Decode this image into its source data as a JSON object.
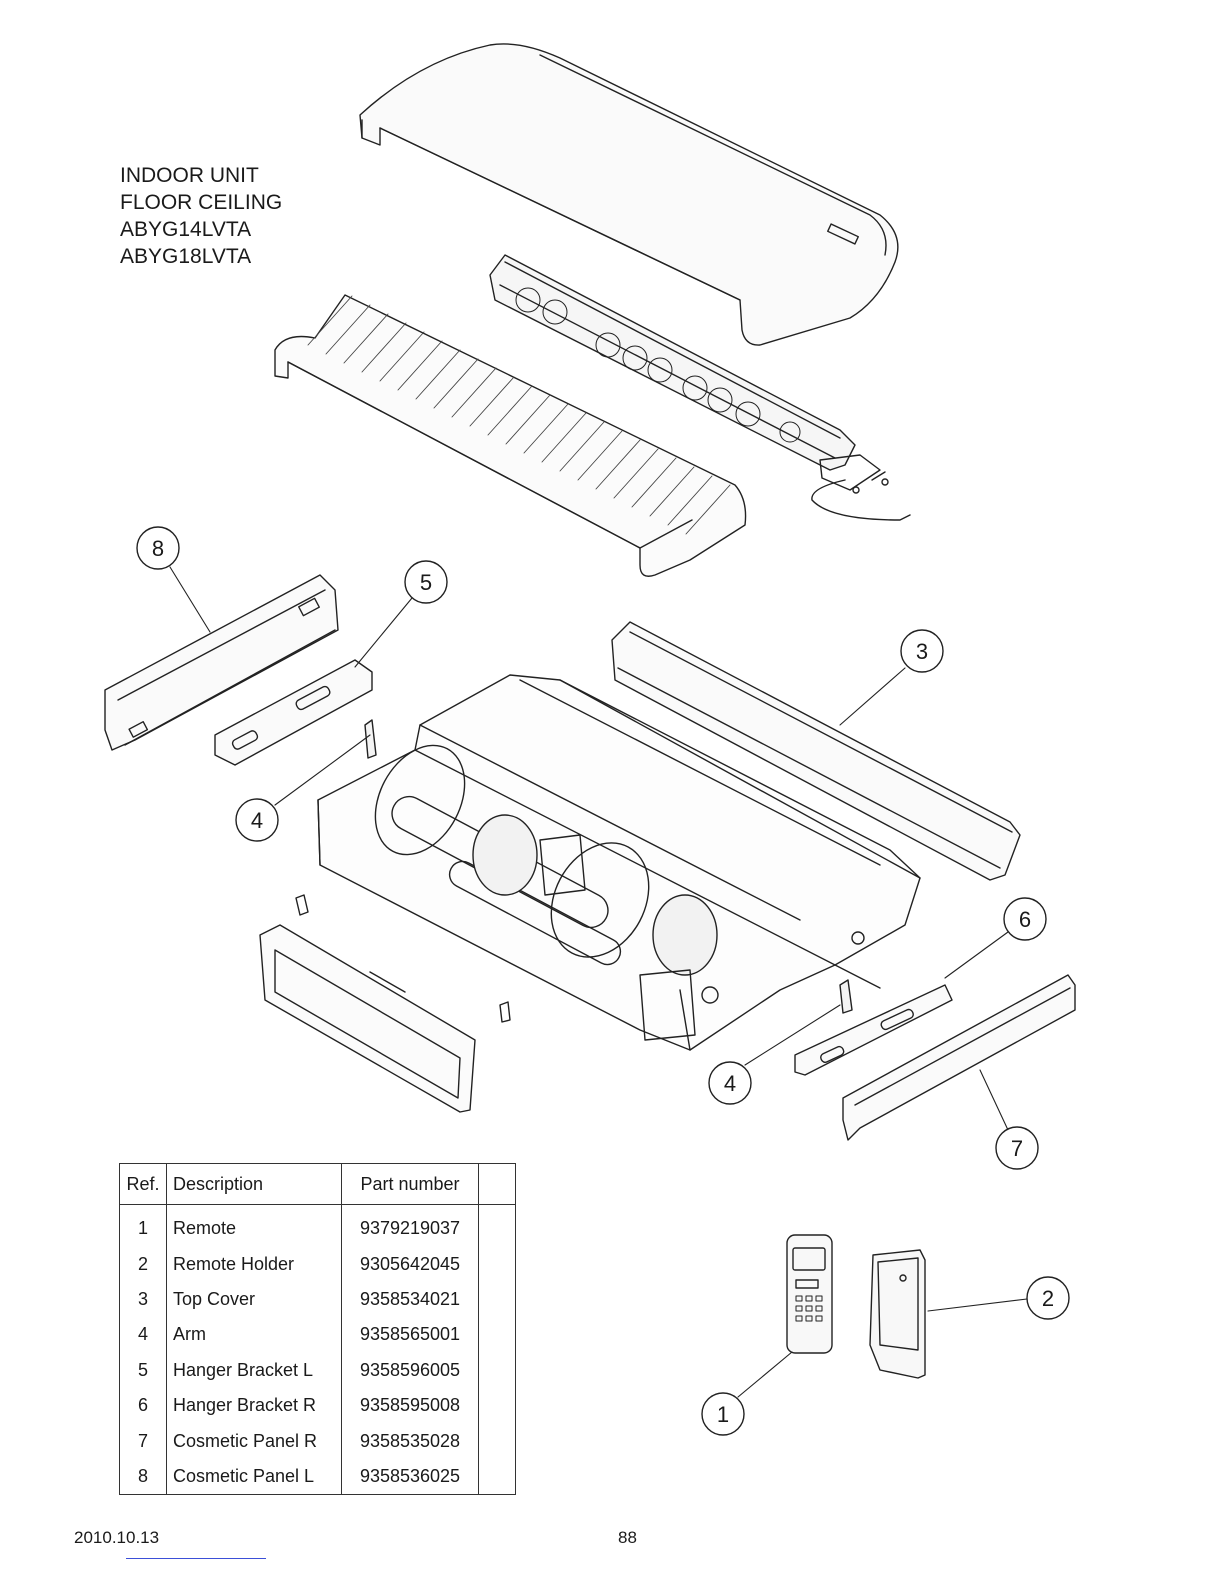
{
  "title": {
    "line1": "INDOOR UNIT",
    "line2": "FLOOR CEILING",
    "line3": "ABYG14LVTA",
    "line4": "ABYG18LVTA"
  },
  "callouts": [
    "8",
    "5",
    "3",
    "4",
    "6",
    "4",
    "7",
    "2",
    "1"
  ],
  "table": {
    "headers": {
      "ref": "Ref.",
      "description": "Description",
      "part_number": "Part number"
    },
    "rows": [
      {
        "ref": "1",
        "description": "Remote",
        "part_number": "9379219037"
      },
      {
        "ref": "2",
        "description": "Remote Holder",
        "part_number": "9305642045"
      },
      {
        "ref": "3",
        "description": "Top Cover",
        "part_number": "9358534021"
      },
      {
        "ref": "4",
        "description": "Arm",
        "part_number": "9358565001"
      },
      {
        "ref": "5",
        "description": "Hanger Bracket L",
        "part_number": "9358596005"
      },
      {
        "ref": "6",
        "description": "Hanger Bracket R",
        "part_number": "9358595008"
      },
      {
        "ref": "7",
        "description": "Cosmetic Panel R",
        "part_number": "9358535028"
      },
      {
        "ref": "8",
        "description": "Cosmetic Panel L",
        "part_number": "9358536025"
      }
    ]
  },
  "footer": {
    "date": "2010.10.13",
    "page": "88"
  }
}
